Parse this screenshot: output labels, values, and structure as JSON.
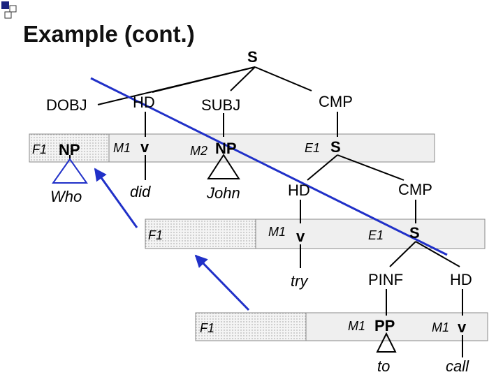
{
  "slide": {
    "title": "Example (cont.)"
  },
  "colors": {
    "arrow": "#2030c8",
    "box_fill": "#ebebeb",
    "box_stroke": "#888888",
    "tree": "#000000",
    "dot_square": "#1a237e"
  },
  "labels": {
    "root_s": "S",
    "dobj": "DOBJ",
    "hd_top": "HD",
    "subj": "SUBJ",
    "cmp_top": "CMP",
    "f1_label": "F1",
    "np_who": "NP",
    "m1_did": "M1",
    "v_did": "v",
    "m2_label": "M2",
    "np_john": "NP",
    "e1_top": "E1",
    "s_mid": "S",
    "who": "Who",
    "did": "did",
    "john": "John",
    "hd_mid": "HD",
    "cmp_mid": "CMP",
    "f1_mid": "F1",
    "m1_try": "M1",
    "v_try": "v",
    "e1_mid": "E1",
    "s_low": "S",
    "try": "try",
    "pinf": "PINF",
    "hd_low": "HD",
    "f1_low": "F1",
    "m1_pp": "M1",
    "pp": "PP",
    "m1_call": "M1",
    "v_call": "v",
    "to": "to",
    "call": "call"
  }
}
